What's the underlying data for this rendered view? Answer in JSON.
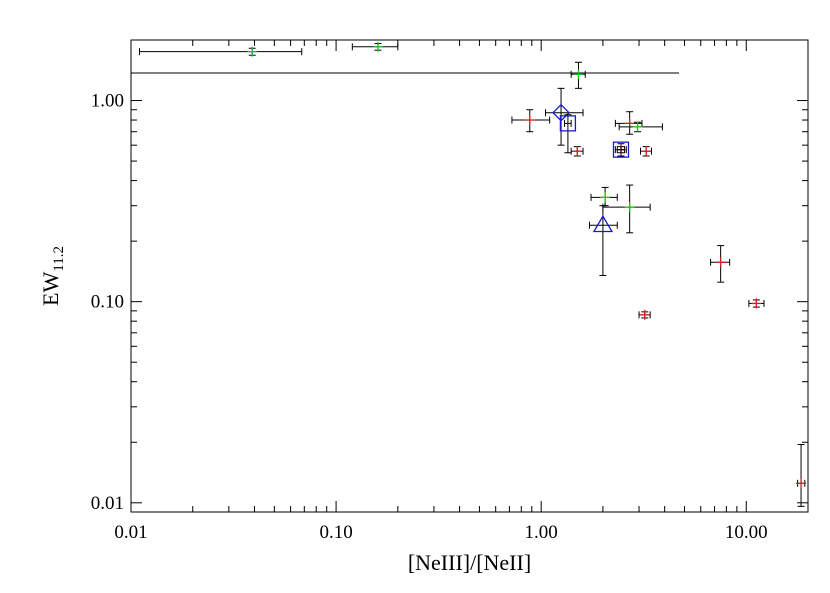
{
  "chart_data": {
    "type": "scatter",
    "xscale": "log",
    "yscale": "log",
    "xlim": [
      0.01,
      20
    ],
    "ylim": [
      0.009,
      2.0
    ],
    "xlabel": "[NeIII]/[NeII]",
    "ylabel": "EW",
    "ylabel_subscript": "11.2",
    "xticks": [
      {
        "value": 0.01,
        "label": "0.01"
      },
      {
        "value": 0.1,
        "label": "0.10"
      },
      {
        "value": 1.0,
        "label": "1.00"
      },
      {
        "value": 10.0,
        "label": "10.00"
      }
    ],
    "yticks": [
      {
        "value": 0.01,
        "label": "0.01"
      },
      {
        "value": 0.1,
        "label": "0.10"
      },
      {
        "value": 1.0,
        "label": "1.00"
      }
    ],
    "colors": {
      "red": "#cc2222",
      "green": "#22bb22",
      "blue": "#1a1acc",
      "errorbar": "#000000"
    },
    "series": [
      {
        "marker": "plus",
        "color": "red",
        "points": [
          {
            "x": 0.88,
            "y": 0.8,
            "xerr": [
              0.72,
              1.1
            ],
            "yerr": [
              0.7,
              0.9
            ]
          },
          {
            "x": 1.5,
            "y": 0.56,
            "xerr": [
              1.4,
              1.6
            ],
            "yerr": [
              0.53,
              0.59
            ]
          },
          {
            "x": 2.7,
            "y": 0.77,
            "xerr": [
              2.3,
              3.1
            ],
            "yerr": [
              0.68,
              0.88
            ]
          },
          {
            "x": 2.45,
            "y": 0.57,
            "xerr": [
              2.3,
              2.6
            ],
            "yerr": [
              0.53,
              0.61
            ]
          },
          {
            "x": 3.25,
            "y": 0.56,
            "xerr": [
              3.05,
              3.45
            ],
            "yerr": [
              0.53,
              0.59
            ]
          },
          {
            "x": 3.2,
            "y": 0.086,
            "xerr": [
              3.0,
              3.4
            ],
            "yerr": [
              0.083,
              0.089
            ]
          },
          {
            "x": 7.5,
            "y": 0.157,
            "xerr": [
              6.7,
              8.3
            ],
            "yerr": [
              0.125,
              0.19
            ]
          },
          {
            "x": 11.2,
            "y": 0.098,
            "xerr": [
              10.3,
              12.2
            ],
            "yerr": [
              0.094,
              0.102
            ]
          },
          {
            "x": 18.5,
            "y": 0.0125,
            "xerr": [
              17.8,
              19.3
            ],
            "yerr": [
              0.0096,
              0.0195
            ]
          }
        ]
      },
      {
        "marker": "plus",
        "color": "green",
        "points": [
          {
            "x": 0.039,
            "y": 1.75,
            "xerr": [
              0.011,
              0.068
            ],
            "yerr": [
              1.68,
              1.82
            ]
          },
          {
            "x": 0.16,
            "y": 1.85,
            "xerr": [
              0.12,
              0.2
            ],
            "yerr": [
              1.78,
              1.92
            ]
          },
          {
            "x": 1.52,
            "y": 1.35,
            "xerr": [
              1.4,
              1.64
            ],
            "yerr": [
              1.15,
              1.55
            ]
          },
          {
            "x": 2.05,
            "y": 0.33,
            "xerr": [
              1.75,
              2.35
            ],
            "yerr": [
              0.3,
              0.37
            ]
          },
          {
            "x": 2.7,
            "y": 0.295,
            "xerr": [
              2.0,
              3.4
            ],
            "yerr": [
              0.22,
              0.38
            ]
          },
          {
            "x": 2.95,
            "y": 0.74,
            "xerr": [
              2.4,
              3.9
            ],
            "yerr": [
              0.7,
              0.78
            ]
          }
        ]
      },
      {
        "marker": "diamond",
        "color": "blue",
        "points": [
          {
            "x": 1.25,
            "y": 0.87,
            "xerr": [
              1.05,
              1.6
            ],
            "yerr": [
              0.6,
              1.15
            ]
          }
        ]
      },
      {
        "marker": "square",
        "color": "blue",
        "points": [
          {
            "x": 1.35,
            "y": 0.77,
            "xerr": [
              1.3,
              1.4
            ],
            "yerr": [
              0.55,
              0.85
            ]
          },
          {
            "x": 2.45,
            "y": 0.57,
            "xerr": [
              2.35,
              2.55
            ],
            "yerr": [
              0.55,
              0.59
            ]
          }
        ]
      },
      {
        "marker": "triangle",
        "color": "blue",
        "points": [
          {
            "x": 2.0,
            "y": 0.24,
            "xerr": [
              1.72,
              2.35
            ],
            "yerr": [
              0.135,
              0.3
            ]
          }
        ]
      }
    ],
    "reference_line": {
      "x": [
        0.01,
        4.7
      ],
      "y": [
        1.37,
        1.37
      ]
    }
  }
}
